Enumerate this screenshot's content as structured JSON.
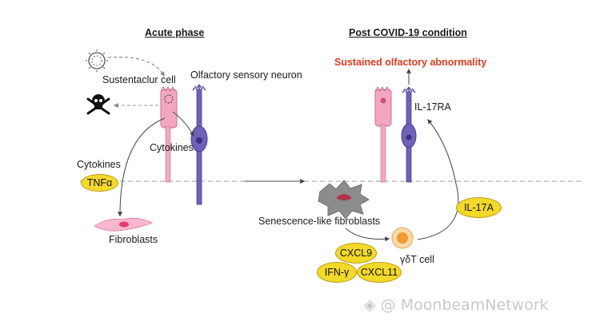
{
  "panels": {
    "acute_title": "Acute phase",
    "post_title": "Post COVID-19 condition"
  },
  "acute": {
    "sustentacular_label": "Sustentaclur cell",
    "osn_label": "Olfactory sensory neuron",
    "cytokines_right_label": "Cytokines",
    "cytokines_left_label": "Cytokines",
    "tnfa_badge": "TNFα",
    "fibroblasts_label": "Fibroblasts"
  },
  "post": {
    "sustained_label": "Sustained olfactory abnormality",
    "il17ra_label": "IL-17RA",
    "senescence_label": "Senescence-like fibroblasts",
    "il17a_badge": "IL-17A",
    "gdt_label": "γδT cell",
    "cxcl9_badge": "CXCL9",
    "ifng_badge": "IFN-γ",
    "cxcl11_badge": "CXCL11"
  },
  "watermark": "@ MoonbeamNetwork",
  "colors": {
    "sustentacular_pink": "#f2a7bf",
    "neuron_purple": "#5a4fa8",
    "badge_yellow": "#f3d928",
    "headline_red": "#e03a1e",
    "gdt_orange": "#f29a2e"
  }
}
